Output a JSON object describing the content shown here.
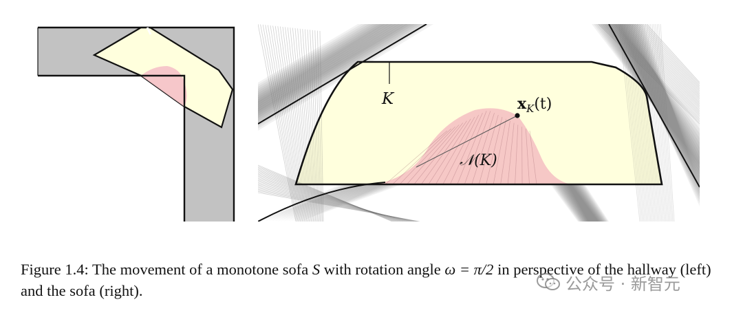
{
  "figure": {
    "label_k": "K",
    "label_x_bold": "x",
    "label_x_sub": "K",
    "label_x_tail": "(t)",
    "label_n": "𝒩(K)",
    "colors": {
      "hallway": "#c2c2c2",
      "sofa_fill": "#ffffdd",
      "pink_fill": "#f5c4c8",
      "outline": "#111111",
      "sweep_line": "#8c8c8c"
    }
  },
  "caption": {
    "prefix": "Figure 1.4: The movement of a monotone sofa ",
    "var_s": "S",
    "middle": " with rotation angle ",
    "omega": "ω = π/2",
    "rest": " in perspective of the hallway (left) and the sofa (right)."
  },
  "watermark": {
    "text": "公众号 · 新智元"
  }
}
